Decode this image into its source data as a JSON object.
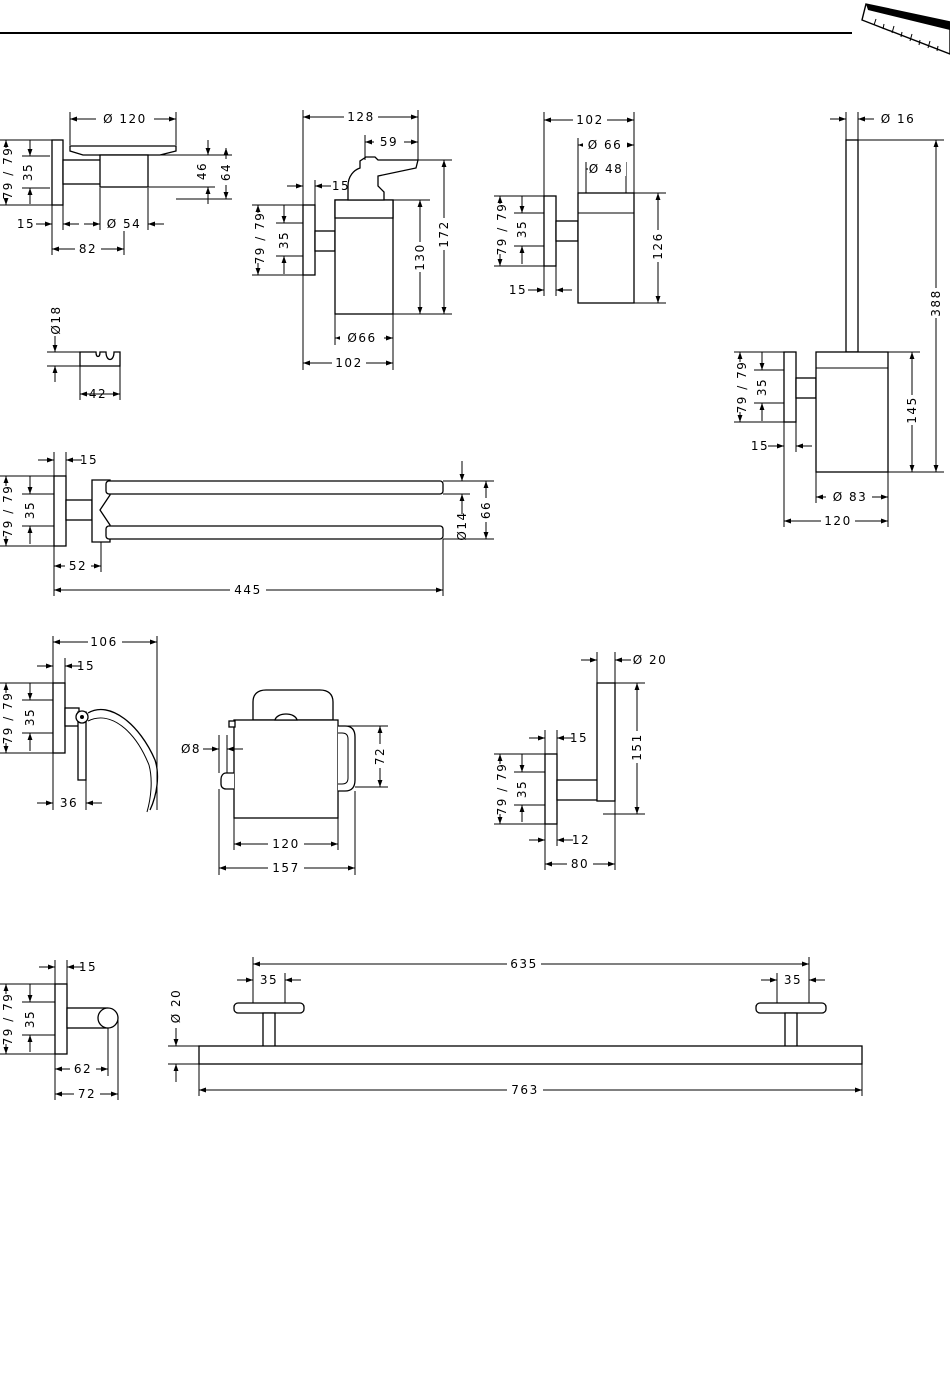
{
  "soap_dish": {
    "dia_top": "Ø 120",
    "dia_bottom": "Ø 54",
    "rose": "79 / 79",
    "d35": "35",
    "d46": "46",
    "d64": "64",
    "d15": "15",
    "d82": "82"
  },
  "dispenser": {
    "d128": "128",
    "d59": "59",
    "d15": "15",
    "rose": "79 / 79",
    "d35": "35",
    "d130": "130",
    "d172": "172",
    "dia": "Ø66",
    "d102": "102"
  },
  "tumbler": {
    "d102": "102",
    "dia66": "Ø 66",
    "dia48": "Ø 48",
    "rose": "79 / 79",
    "d35": "35",
    "d126": "126",
    "d15": "15"
  },
  "brush": {
    "dia16": "Ø 16",
    "d388": "388",
    "rose": "79 / 79",
    "d35": "35",
    "d145": "145",
    "d15": "15",
    "dia83": "Ø 83",
    "d120": "120"
  },
  "hook_clip": {
    "dia18": "Ø18",
    "d42": "42"
  },
  "twin_rail": {
    "d15": "15",
    "rose": "79 / 79",
    "d35": "35",
    "dia14": "Ø14",
    "d66": "66",
    "d52": "52",
    "d445": "445"
  },
  "paper_holder_open": {
    "d106": "106",
    "d15": "15",
    "rose": "79 / 79",
    "d35": "35",
    "d36": "36"
  },
  "paper_holder_cover": {
    "dia8": "Ø8",
    "d72": "72",
    "d120": "120",
    "d157": "157"
  },
  "spare_holder": {
    "dia20": "Ø 20",
    "d15": "15",
    "d151": "151",
    "rose": "79 / 79",
    "d35": "35",
    "d12": "12",
    "d80": "80"
  },
  "robe_hook": {
    "d15": "15",
    "rose": "79 / 79",
    "d35": "35",
    "d62": "62",
    "d72": "72"
  },
  "towel_bar": {
    "dia20": "Ø 20",
    "d635": "635",
    "d35a": "35",
    "d35b": "35",
    "d763": "763"
  }
}
